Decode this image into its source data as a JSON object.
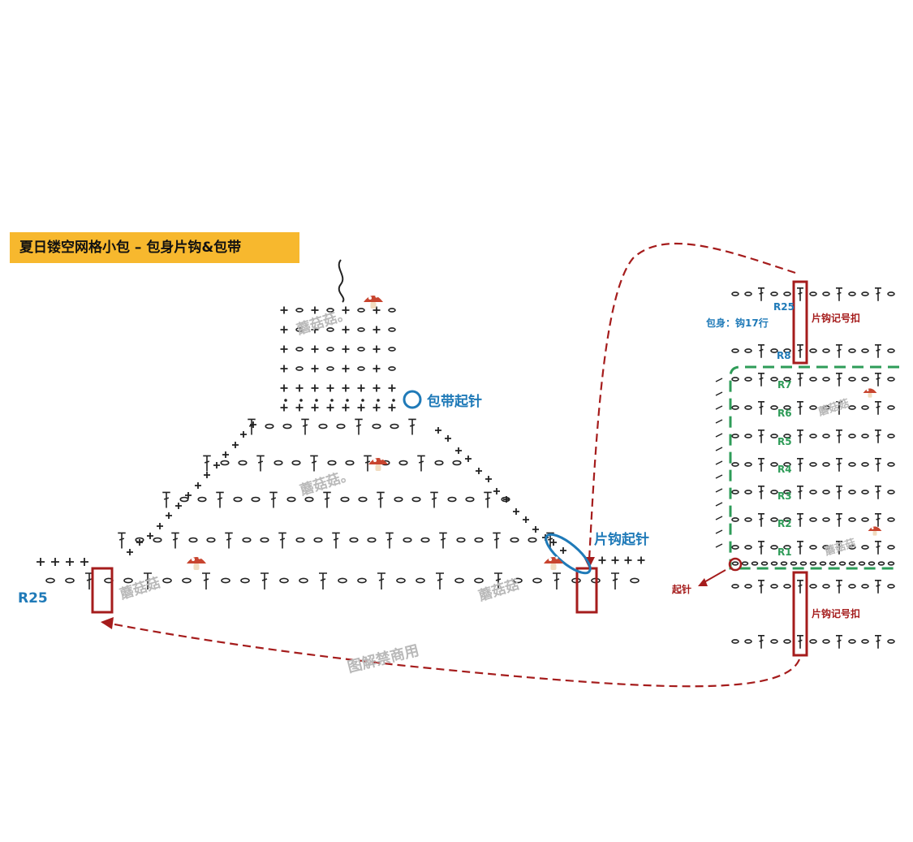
{
  "title": "夏日镂空网格小包 – 包身片钩&包带",
  "labels": {
    "strap_start": "包带起针",
    "piece_start": "片钩起针",
    "r25_left": "R25",
    "r25_right": "R25",
    "body_rows": "包身：钩17行",
    "r8": "R8",
    "marker_top": "片钩记号扣",
    "marker_bottom": "片钩记号扣",
    "start_chain": "起针",
    "watermark_no_commercial": "图解禁商用"
  },
  "body_rows_labels": [
    "R7",
    "R6",
    "R5",
    "R4",
    "R3",
    "R2",
    "R1"
  ],
  "watermarks": [
    "蘑菇菇。",
    "蘑菇菇。",
    "蘑菇菇",
    "蘑菇菇",
    "蘑菇菇",
    "蘑菇菇"
  ],
  "mushroom_icon": "mushroom-icon",
  "colors": {
    "banner": "#f7b82e",
    "blue": "#1f7ab8",
    "green": "#2e9c58",
    "red": "#a51c1c",
    "symbol": "#222222"
  }
}
